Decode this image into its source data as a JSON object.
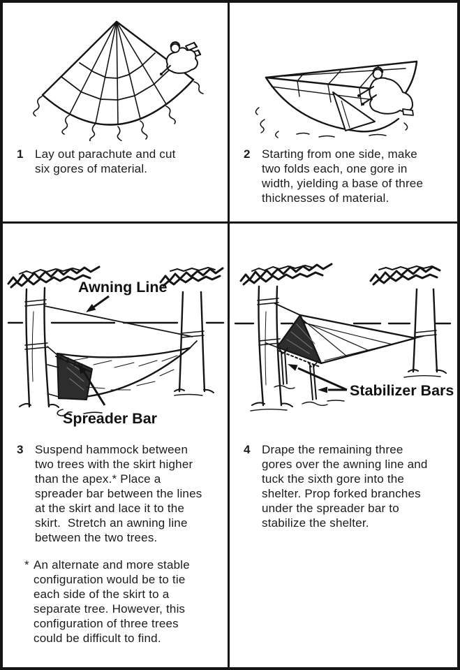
{
  "steps": [
    {
      "number": "1",
      "lines": [
        "Lay out parachute and cut",
        "six gores of material."
      ]
    },
    {
      "number": "2",
      "lines": [
        "Starting from one side, make",
        "two folds each, one gore in",
        "width, yielding a base of three",
        "thicknesses of material."
      ]
    },
    {
      "number": "3",
      "lines": [
        "Suspend hammock between",
        "two trees with the skirt higher",
        "than the apex.* Place a",
        "spreader bar between the lines",
        "at the skirt and lace it to the",
        "skirt.  Stretch an awning line",
        "between the two trees."
      ],
      "labels": {
        "awning_line": "Awning Line",
        "spreader_bar": "Spreader Bar"
      }
    },
    {
      "number": "4",
      "lines": [
        "Drape the remaining three",
        "gores over the awning line and",
        "tuck the sixth gore into the",
        "shelter. Prop forked branches",
        "under the spreader bar to",
        "stabilize the shelter."
      ],
      "labels": {
        "stabilizer_bars": "Stabilizer Bars"
      }
    }
  ],
  "footnote": {
    "marker": "*",
    "lines": [
      "An alternate and more stable",
      "configuration would be to tie",
      "each side of the skirt to a",
      "separate tree. However, this",
      "configuration of three trees",
      "could be difficult to find."
    ]
  }
}
